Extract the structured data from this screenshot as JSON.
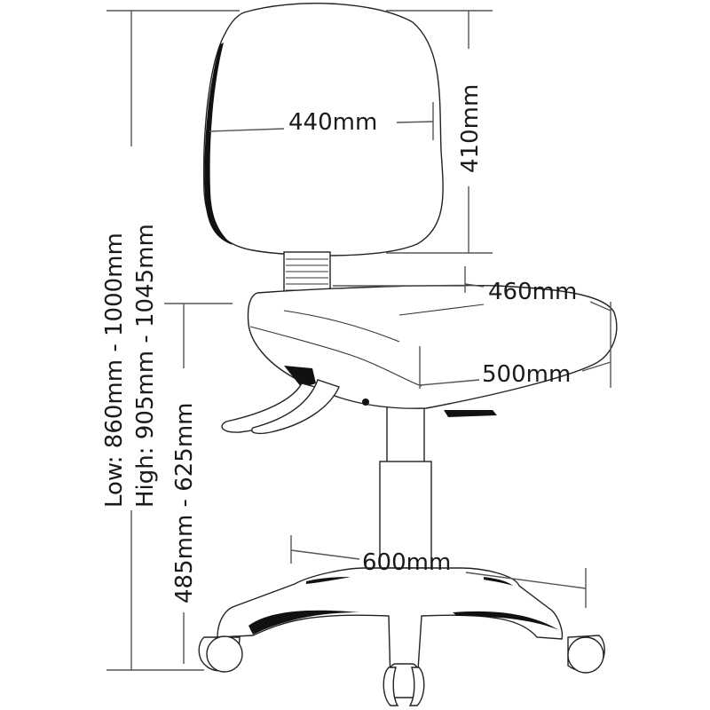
{
  "diagram": {
    "title": "Office chair dimensions",
    "subject": "task chair (side/front view line drawing)",
    "line_color": "#222222",
    "background": "#ffffff"
  },
  "dimensions": {
    "overall_height": {
      "low": "Low: 860mm - 1000mm",
      "high": "High: 905mm - 1045mm"
    },
    "seat_height": "485mm - 625mm",
    "backrest_width": "440mm",
    "backrest_height": "410mm",
    "seat_depth": "460mm",
    "seat_width": "500mm",
    "base_diameter": "600mm"
  }
}
